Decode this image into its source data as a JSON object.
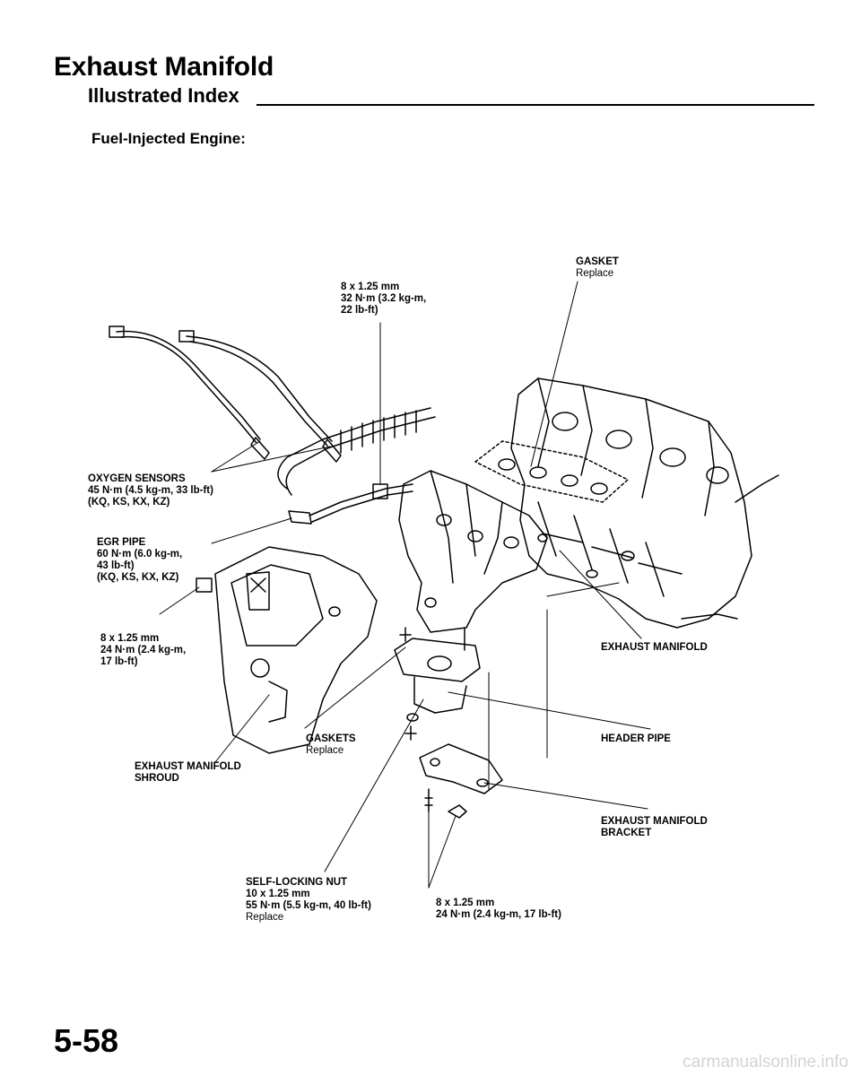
{
  "header": {
    "title": "Exhaust Manifold",
    "subtitle": "Illustrated Index",
    "section": "Fuel-Injected Engine:"
  },
  "labels": {
    "gasket_top": {
      "name": "GASKET",
      "note": "Replace"
    },
    "bolt_top": {
      "size": "8 x 1.25 mm",
      "torque1": "32 N·m (3.2 kg-m,",
      "torque2": "22 lb-ft)"
    },
    "oxygen_sensors": {
      "name": "OXYGEN SENSORS",
      "torque": "45 N·m (4.5 kg-m, 33 lb-ft)",
      "models": "(KQ, KS, KX, KZ)"
    },
    "egr_pipe": {
      "name": "EGR PIPE",
      "torque1": "60 N·m (6.0 kg-m,",
      "torque2": "43 lb-ft)",
      "models": "(KQ, KS, KX, KZ)"
    },
    "bolt_shroud": {
      "size": "8 x 1.25 mm",
      "torque1": "24 N·m (2.4 kg-m,",
      "torque2": "17 lb-ft)"
    },
    "exhaust_manifold": {
      "name": "EXHAUST MANIFOLD"
    },
    "header_pipe": {
      "name": "HEADER PIPE"
    },
    "gaskets": {
      "name": "GASKETS",
      "note": "Replace"
    },
    "shroud": {
      "name1": "EXHAUST MANIFOLD",
      "name2": "SHROUD"
    },
    "bracket": {
      "name1": "EXHAUST MANIFOLD",
      "name2": "BRACKET"
    },
    "self_locking_nut": {
      "name": "SELF-LOCKING NUT",
      "size": "10 x 1.25 mm",
      "torque": "55 N·m (5.5 kg-m, 40 lb-ft)",
      "note": "Replace"
    },
    "bolt_bracket": {
      "size": "8 x 1.25 mm",
      "torque": "24 N·m (2.4 kg-m, 17 lb-ft)"
    }
  },
  "footer": {
    "page_number": "5-58",
    "watermark": "carmanualsonline.info"
  }
}
